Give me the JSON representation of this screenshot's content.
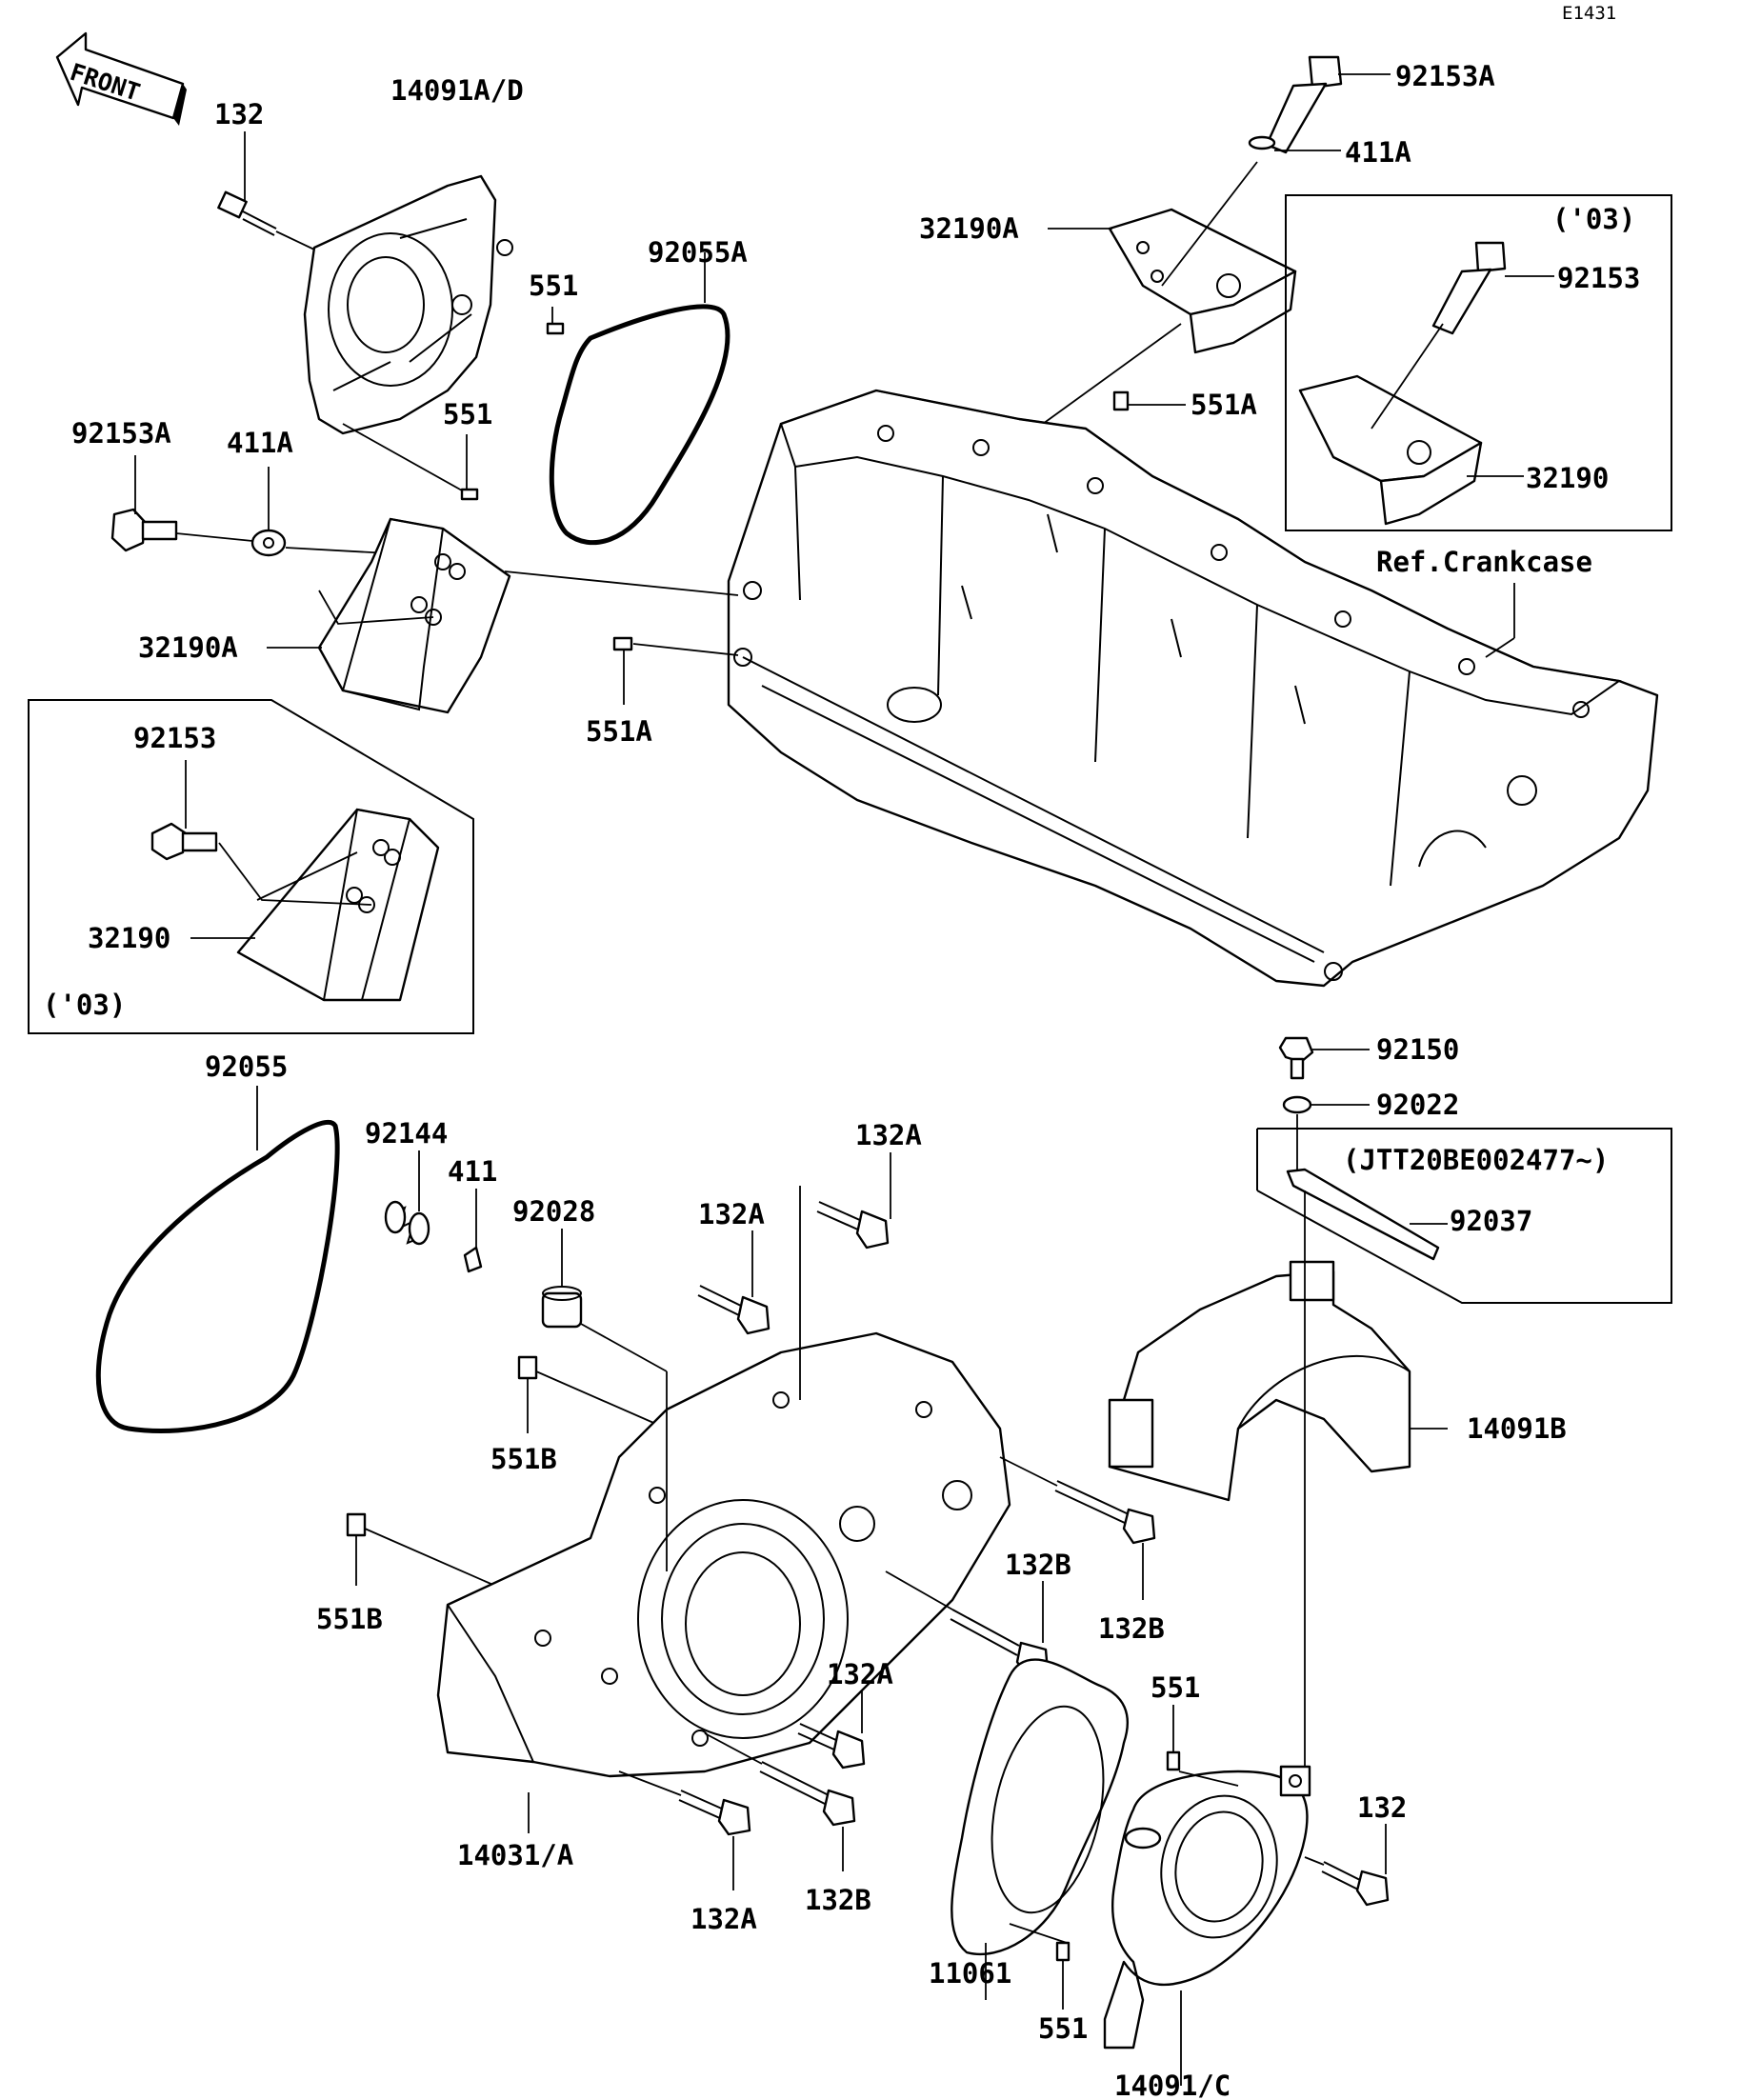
{
  "diagram_id": "E1431",
  "front_marker": "FRONT",
  "labels": {
    "p132_top": "132",
    "p14091AD": "14091A/D",
    "p92055A": "92055A",
    "p551_a": "551",
    "p551_b": "551",
    "p92153A_top": "92153A",
    "p411A_top": "411A",
    "p32190A_top": "32190A",
    "p92153_box": "92153",
    "p32190_box": "32190",
    "p551A_top": "551A",
    "p92153A_left": "92153A",
    "p411A_left": "411A",
    "p32190A_left": "32190A",
    "p551A_mid": "551A",
    "p92153_left": "92153",
    "p32190_left": "32190",
    "ref_crankcase": "Ref.Crankcase",
    "p92055": "92055",
    "p92144": "92144",
    "p411": "411",
    "p92028": "92028",
    "p132A_top": "132A",
    "p132A_2": "132A",
    "p551B_a": "551B",
    "p551B_b": "551B",
    "p92150": "92150",
    "p92022": "92022",
    "p92037": "92037",
    "p14091B": "14091B",
    "p132B_a": "132B",
    "p132B_b": "132B",
    "p132A_3": "132A",
    "p551_c": "551",
    "p132_right": "132",
    "p14031A": "14031/A",
    "p132A_bottom": "132A",
    "p132B_bottom": "132B",
    "p11061": "11061",
    "p551_d": "551",
    "p14091C": "14091/C"
  },
  "notes": {
    "year_top": "('03)",
    "year_left": "('03)",
    "serial": "(JTT20BE002477~)"
  }
}
